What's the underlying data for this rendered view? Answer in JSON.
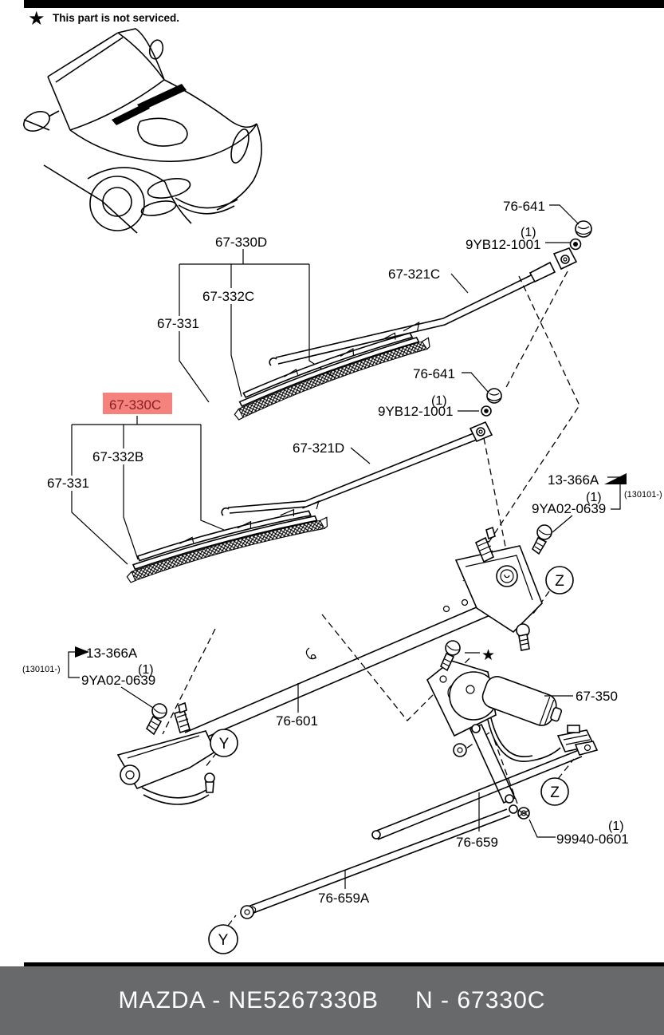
{
  "header": {
    "star": "★",
    "note": "This part is not serviced."
  },
  "footer": {
    "catalog": "MAZDA - NE5267330B",
    "part": "N - 67330C"
  },
  "colors": {
    "highlight_bg": "#f4837d",
    "highlight_text": "#8b1d23",
    "footer_bg": "#67696b",
    "line": "#000000"
  },
  "labels": {
    "blade_d": "67-330D",
    "refill_c": "67-332C",
    "rubber": "67-331",
    "arm_c": "67-321C",
    "cap": "76-641",
    "qty_one": "(1)",
    "nut_pivot": "9YB12-1001",
    "blade_c": "67-330C",
    "refill_b": "67-332B",
    "arm_d": "67-321D",
    "washer": "13-366A",
    "date_range": "(130101-)",
    "bolt": "9YA02-0639",
    "frame": "76-601",
    "motor": "67-350",
    "link_rod": "76-659",
    "nut_link": "99940-0601",
    "link_rod_a": "76-659A",
    "star": "★",
    "view_y": "Y",
    "view_z": "Z"
  }
}
